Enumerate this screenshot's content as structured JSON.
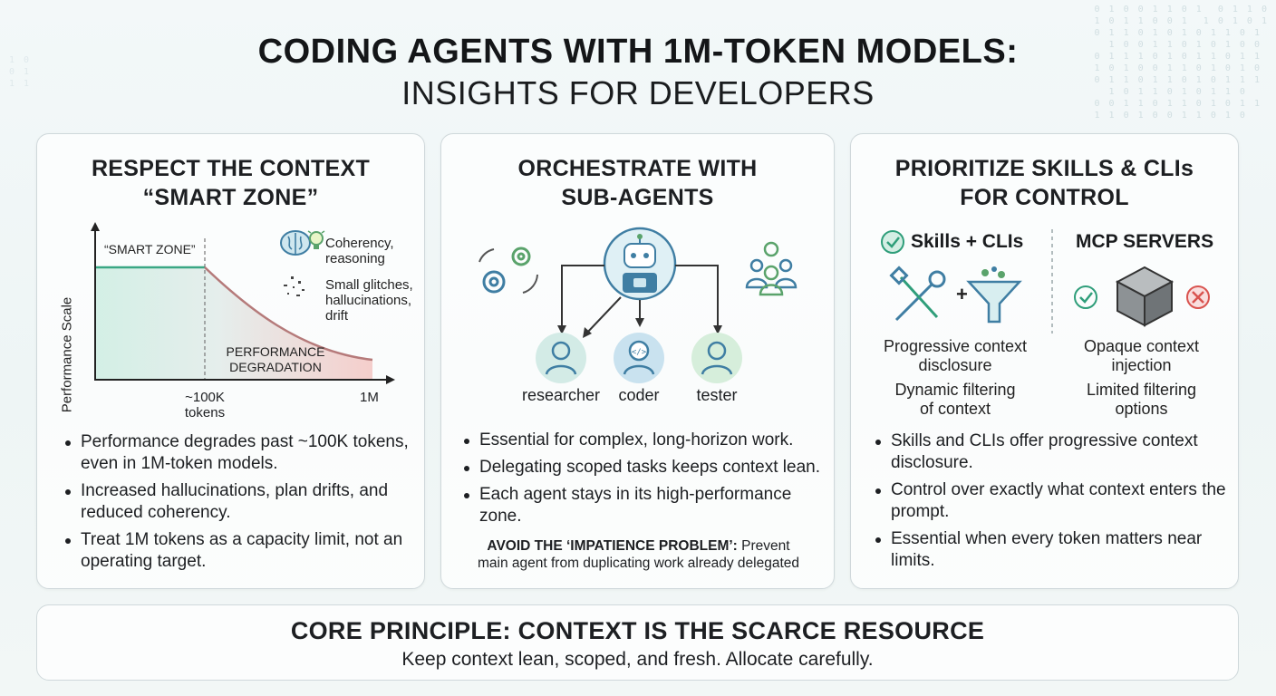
{
  "header": {
    "title_line1": "CODING AGENTS WITH 1M-TOKEN MODELS:",
    "title_line2": "INSIGHTS FOR DEVELOPERS"
  },
  "card1": {
    "title_line1": "RESPECT THE CONTEXT",
    "title_line2": "“SMART ZONE”",
    "chart": {
      "y_label": "Performance Scale",
      "smart_zone_label": "“SMART ZONE”",
      "degradation_label_line1": "PERFORMANCE",
      "degradation_label_line2": "DEGRADATION",
      "x_tick_1_line1": "~100K",
      "x_tick_1_line2": "tokens",
      "x_tick_2": "1M",
      "legend_1_line1": "Coherency,",
      "legend_1_line2": "reasoning",
      "legend_2_line1": "Small glitches,",
      "legend_2_line2": "hallucinations,",
      "legend_2_line3": "drift"
    },
    "bullets": [
      "Performance degrades past ~100K tokens, even in 1M-token models.",
      "Increased hallucinations, plan drifts, and reduced coherency.",
      "Treat 1M tokens as a capacity limit, not an operating target."
    ]
  },
  "card2": {
    "title_line1": "ORCHESTRATE WITH",
    "title_line2": "SUB-AGENTS",
    "agents": [
      "researcher",
      "coder",
      "tester"
    ],
    "bullets": [
      "Essential for complex, long-horizon work.",
      "Delegating scoped tasks keeps context lean.",
      "Each agent stays in its high-performance zone."
    ],
    "note_bold": "AVOID THE ‘IMPATIENCE PROBLEM’:",
    "note_rest_line1": " Prevent",
    "note_line2": "main agent from duplicating work already delegated"
  },
  "card3": {
    "title_line1": "PRIORITIZE SKILLS & CLIs",
    "title_line2": "FOR CONTROL",
    "left_head": "Skills + CLIs",
    "right_head": "MCP SERVERS",
    "left_text_1_line1": "Progressive context",
    "left_text_1_line2": "disclosure",
    "left_text_2_line1": "Dynamic filtering",
    "left_text_2_line2": "of context",
    "right_text_1_line1": "Opaque context",
    "right_text_1_line2": "injection",
    "right_text_2_line1": "Limited filtering",
    "right_text_2_line2": "options",
    "plus": "+",
    "bullets": [
      "Skills and CLIs offer progressive context disclosure.",
      "Control over exactly what context enters the prompt.",
      "Essential when every token matters near limits."
    ]
  },
  "footer": {
    "title": "CORE PRINCIPLE: CONTEXT IS THE SCARCE RESOURCE",
    "subtitle": "Keep context lean, scoped, and fresh. Allocate carefully."
  },
  "colors": {
    "accent_green": "#2f9e7a",
    "accent_red": "#e06b6b",
    "accent_blue": "#3f7ea3",
    "card_border": "#cfd8db"
  }
}
